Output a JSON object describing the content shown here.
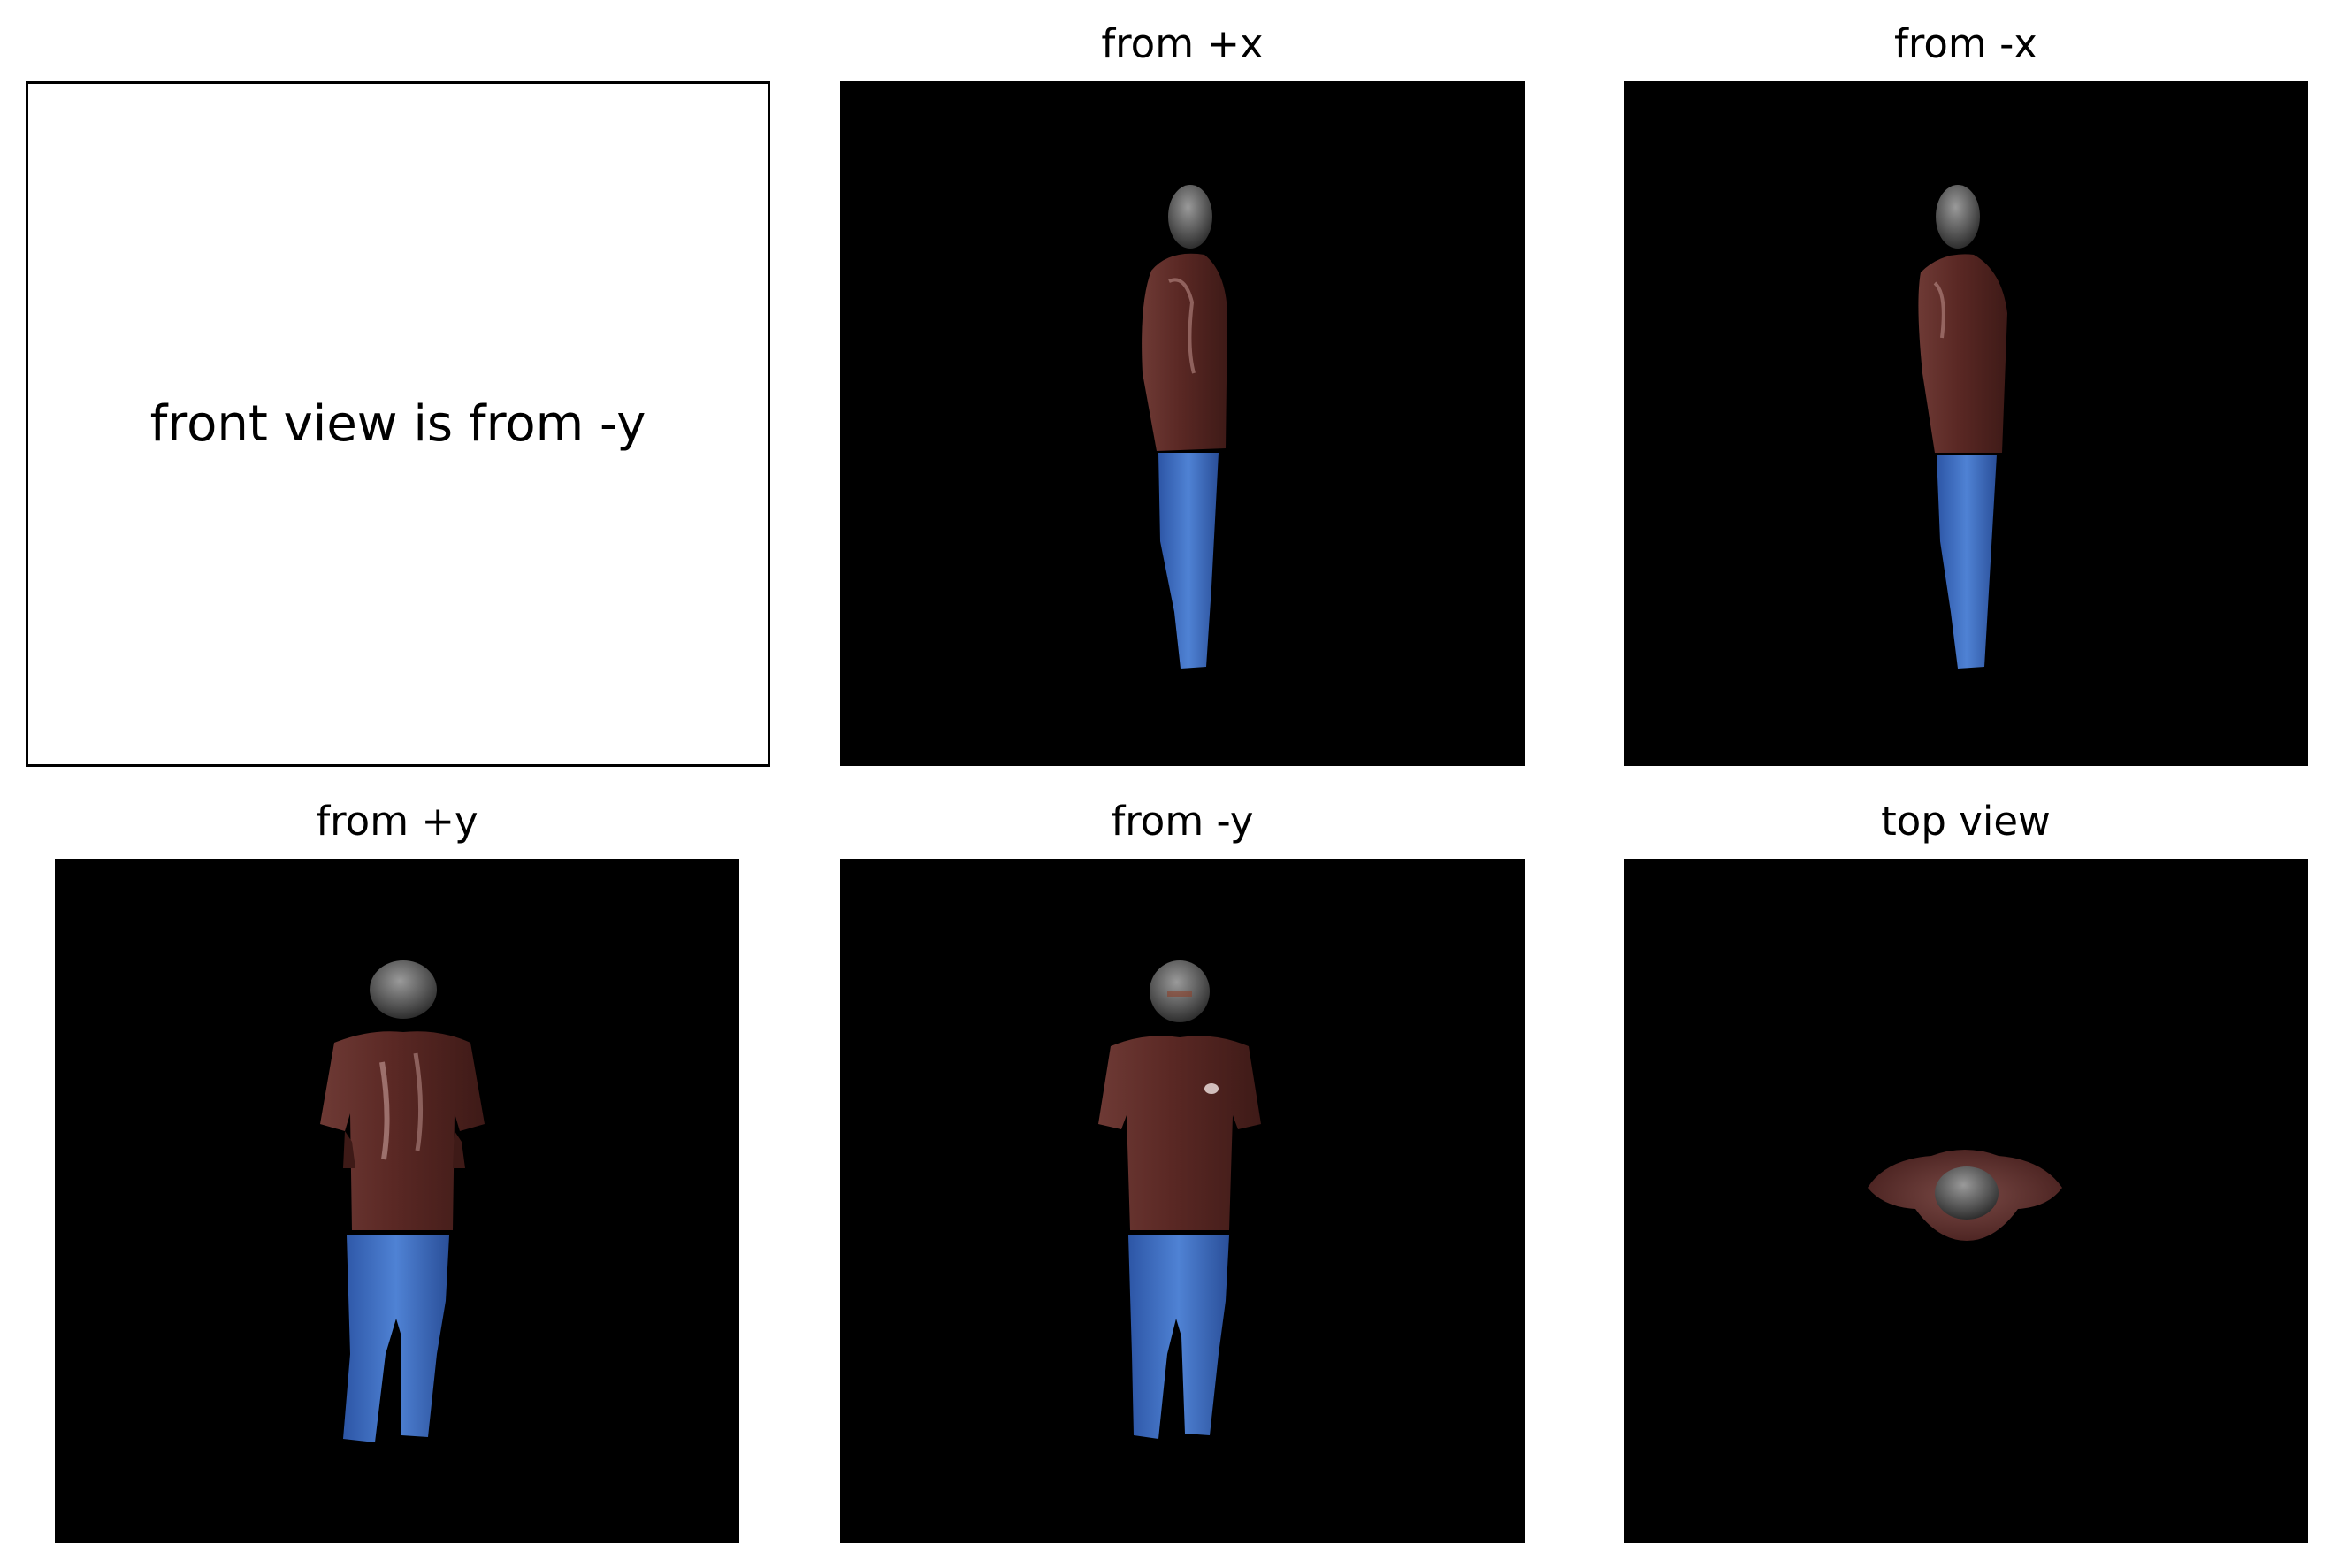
{
  "figure": {
    "note": "front view is from -y",
    "panels": [
      {
        "id": "plus-x",
        "title": "from +x"
      },
      {
        "id": "minus-x",
        "title": "from -x"
      },
      {
        "id": "plus-y",
        "title": "from +y"
      },
      {
        "id": "minus-y",
        "title": "from -y"
      },
      {
        "id": "top",
        "title": "top view"
      }
    ]
  },
  "colors": {
    "background": "#000000",
    "shirt": "#5a2a26",
    "jeans": "#3f6fbf",
    "head": "#5c5c5c"
  }
}
